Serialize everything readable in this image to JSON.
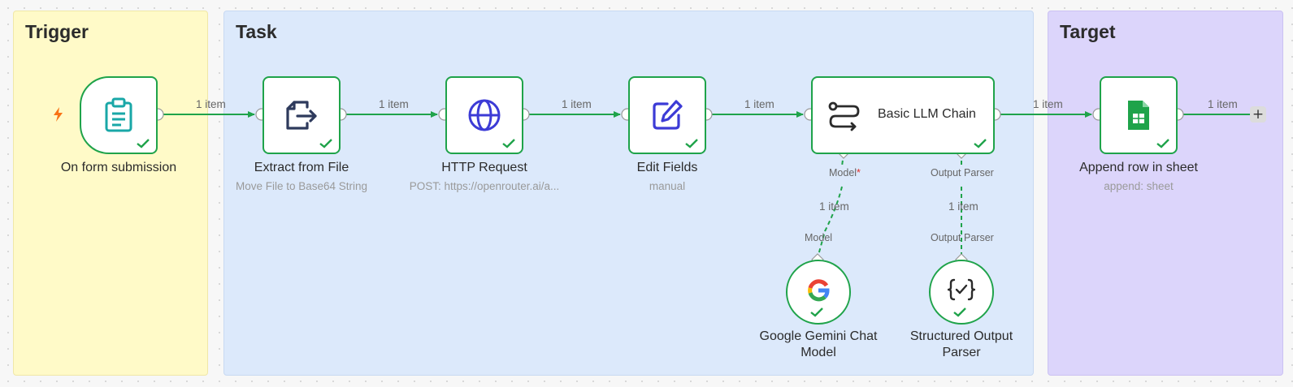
{
  "groups": {
    "trigger": "Trigger",
    "task": "Task",
    "target": "Target"
  },
  "nodes": {
    "form": {
      "label": "On form submission",
      "icon": "clipboard-icon"
    },
    "extract": {
      "label": "Extract from File",
      "subtitle": "Move File to Base64 String",
      "icon": "file-export-icon"
    },
    "http": {
      "label": "HTTP Request",
      "subtitle": "POST: https://openrouter.ai/a...",
      "icon": "globe-icon"
    },
    "edit": {
      "label": "Edit Fields",
      "subtitle": "manual",
      "icon": "pen-square-icon"
    },
    "llm": {
      "label": "Basic LLM Chain",
      "icon": "route-icon"
    },
    "sheet": {
      "label": "Append row in sheet",
      "subtitle": "append: sheet",
      "icon": "google-sheets-icon"
    },
    "gemini": {
      "label": "Google Gemini Chat Model",
      "label_line1": "Google Gemini Chat",
      "label_line2": "Model",
      "icon": "google-g-icon"
    },
    "parser": {
      "label": "Structured Output Parser",
      "label_line1": "Structured Output",
      "label_line2": "Parser",
      "icon": "braces-check-icon"
    }
  },
  "connections": {
    "item_label": "1 item"
  },
  "ports": {
    "model": "Model",
    "model_required": "*",
    "output_parser": "Output Parser"
  },
  "add_button": "+",
  "colors": {
    "success": "#1fa34a",
    "trigger_bg": "#fffac8",
    "task_bg": "#dce9fb",
    "target_bg": "#dcd5fb",
    "trigger_bolt": "#f97316",
    "teal_icon": "#19a7a7",
    "blue_icon": "#3c3bd6",
    "dark_icon": "#2e3a5c"
  }
}
